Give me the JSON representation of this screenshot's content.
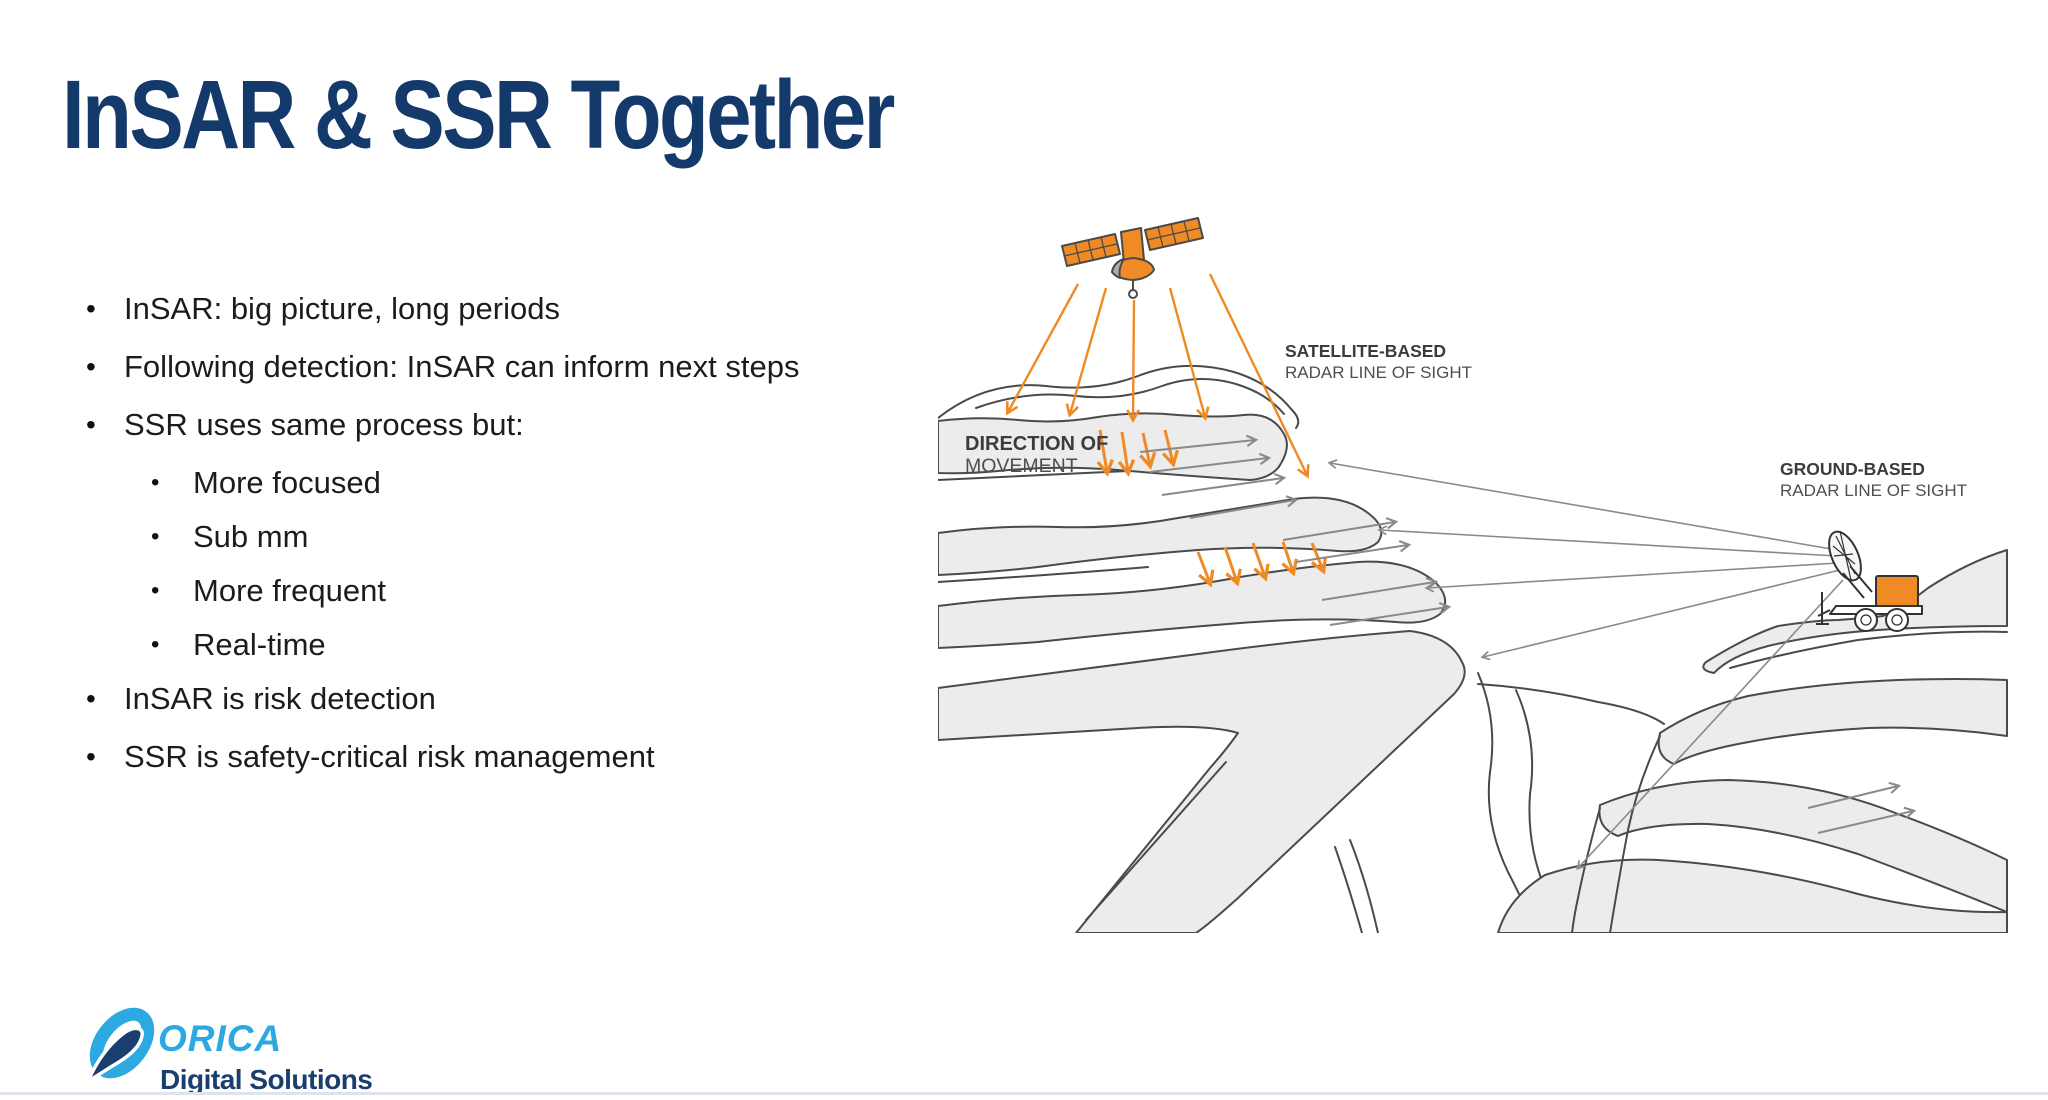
{
  "slide": {
    "title": "InSAR & SSR Together",
    "title_color": "#14396B",
    "bullets": [
      {
        "level": 1,
        "text": "InSAR: big picture, long periods"
      },
      {
        "level": 1,
        "text": "Following detection: InSAR can inform next steps"
      },
      {
        "level": 1,
        "text": "SSR uses same process but:"
      },
      {
        "level": 2,
        "text": "More focused"
      },
      {
        "level": 2,
        "text": "Sub mm"
      },
      {
        "level": 2,
        "text": "More frequent"
      },
      {
        "level": 2,
        "text": "Real-time"
      },
      {
        "level": 1,
        "text": "InSAR is risk detection"
      },
      {
        "level": 1,
        "text": "SSR is safety-critical risk management"
      }
    ]
  },
  "diagram": {
    "satellite_label": {
      "line1": "SATELLITE-BASED",
      "line2": "RADAR LINE OF SIGHT"
    },
    "direction_label": {
      "line1": "DIRECTION OF",
      "line2": "MOVEMENT"
    },
    "ground_label": {
      "line1": "GROUND-BASED",
      "line2": "RADAR LINE OF SIGHT"
    },
    "icons": [
      "satellite-icon",
      "radar-trailer-icon"
    ],
    "colors": {
      "orange": "#F08A24",
      "movement_arrow_gray": "#8A8A8A",
      "terrain_fill": "#ECECEC",
      "terrain_outline": "#4A4A4A",
      "label_dark": "#3C3C3C"
    }
  },
  "footer": {
    "brand": "ORICA",
    "brand_sub": "Digital Solutions",
    "colors": {
      "brand_blue": "#2BA9E0",
      "brand_navy": "#1B3E70"
    }
  }
}
